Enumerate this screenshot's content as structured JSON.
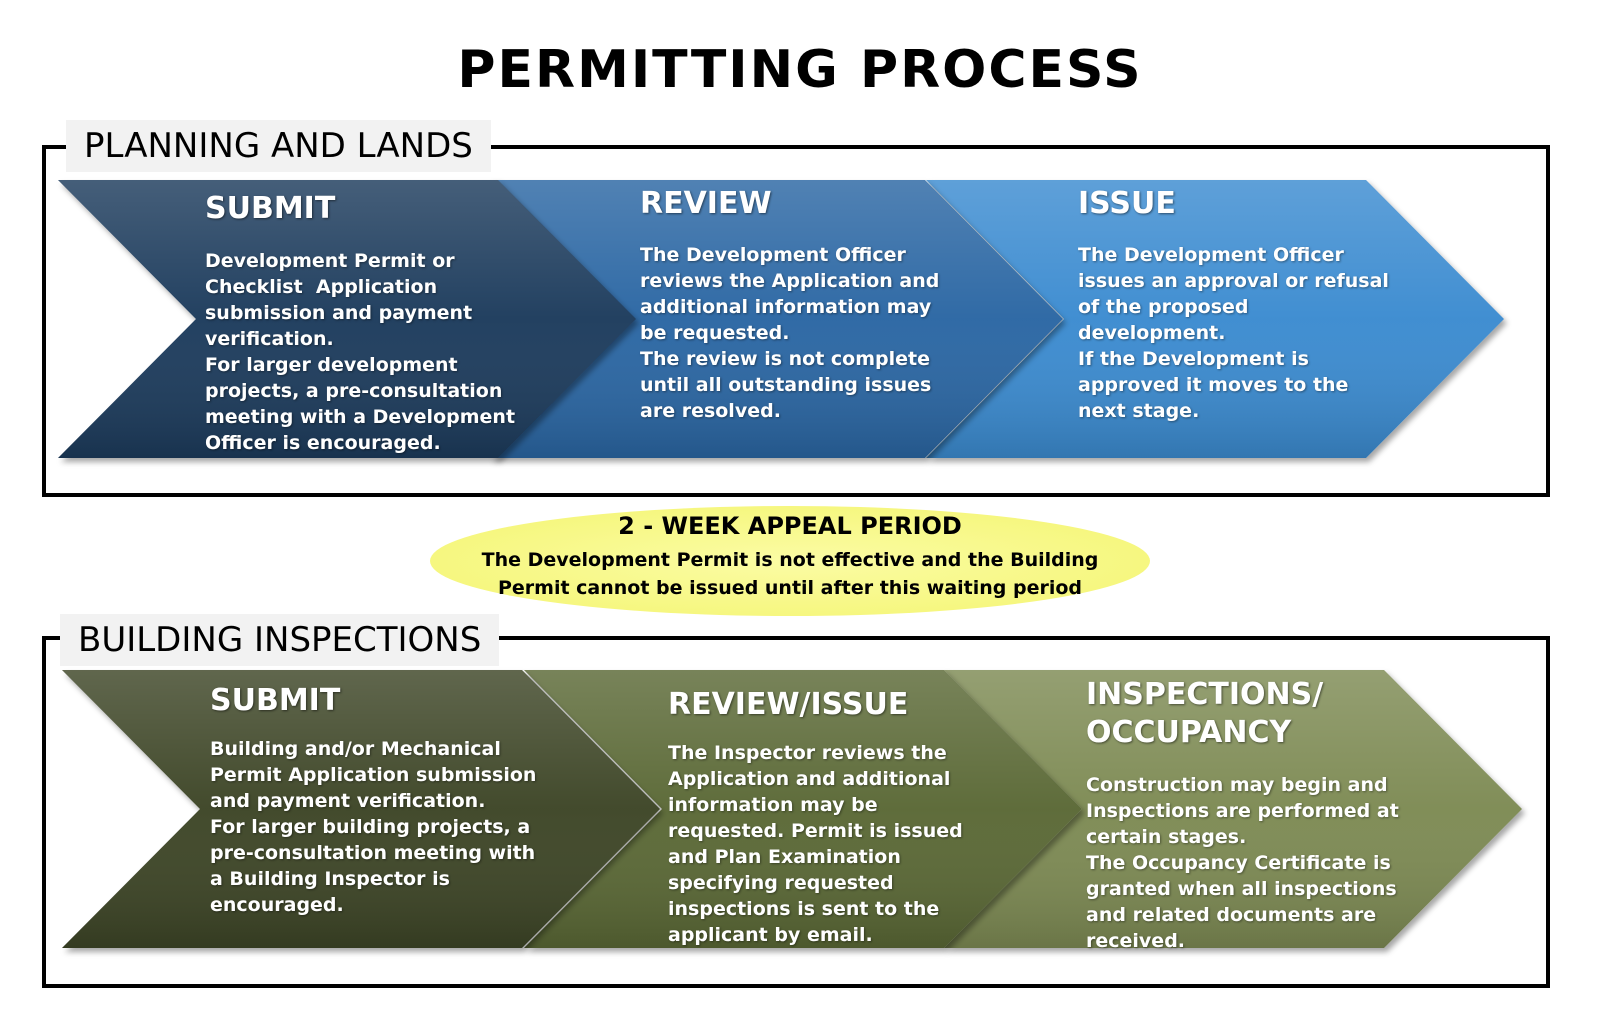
{
  "title": "PERMITTING PROCESS",
  "planning": {
    "label": "PLANNING AND LANDS",
    "steps": [
      {
        "title": "SUBMIT",
        "body": "Development Permit or\nChecklist  Application\nsubmission and payment\nverification.\nFor larger development\nprojects, a pre-consultation\nmeeting with a Development\nOfficer is encouraged."
      },
      {
        "title": "REVIEW",
        "body": "The Development Officer\nreviews the Application and\nadditional information may\nbe requested.\nThe review is not complete\nuntil all outstanding issues\nare resolved."
      },
      {
        "title": "ISSUE",
        "body": "The Development Officer\nissues an approval or refusal\nof the proposed\ndevelopment.\nIf the Development is\napproved it moves to the\nnext stage."
      }
    ],
    "colors": [
      "#1b3a5c",
      "#2a66a3",
      "#3a8bd0"
    ]
  },
  "appeal": {
    "title": "2 - WEEK APPEAL PERIOD",
    "body": "The Development Permit is not effective and the Building\nPermit cannot be issued until after this waiting period"
  },
  "building": {
    "label": "BUILDING INSPECTIONS",
    "steps": [
      {
        "title": "SUBMIT",
        "body": "Building and/or Mechanical\nPermit Application submission\nand payment verification.\nFor larger building projects, a\npre-consultation meeting with\na Building Inspector is\nencouraged."
      },
      {
        "title": "REVIEW/ISSUE",
        "body": "The Inspector reviews the\nApplication and additional\ninformation may be\nrequested. Permit is issued\nand Plan Examination\nspecifying requested\ninspections is sent to the\napplicant by email."
      },
      {
        "title": "INSPECTIONS/\nOCCUPANCY",
        "body": "Construction may begin and\nInspections are performed at\ncertain stages.\nThe Occupancy Certificate is\ngranted when all inspections\nand related documents are\nreceived."
      }
    ],
    "colors": [
      "#3c4426",
      "#5a6836",
      "#7d8a52"
    ]
  }
}
